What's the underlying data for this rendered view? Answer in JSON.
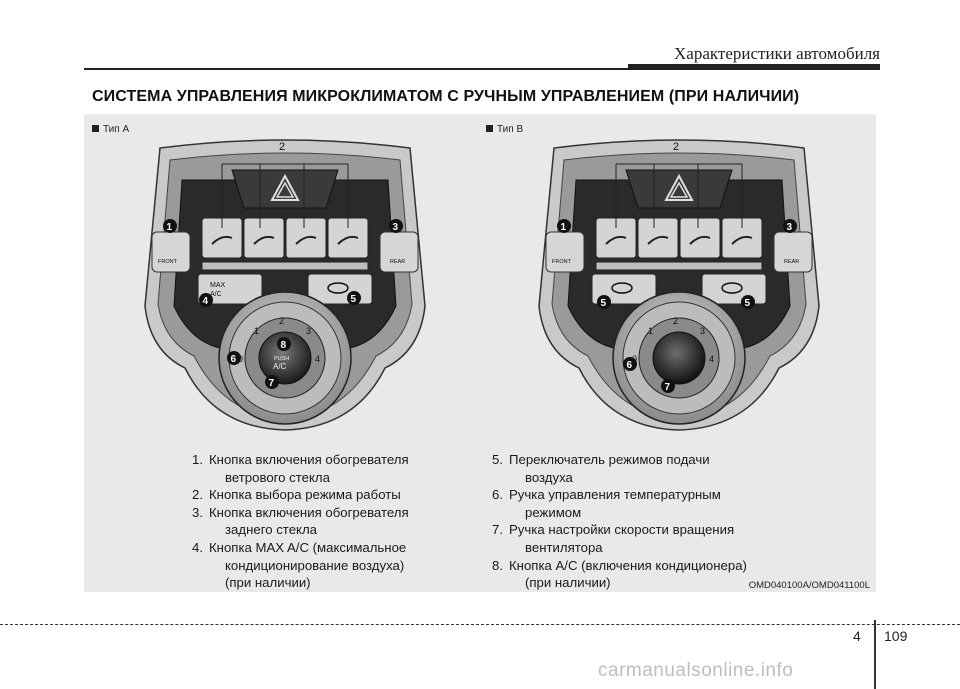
{
  "header": {
    "title": "Характеристики автомобиля"
  },
  "section": {
    "title": "СИСТЕМА УПРАВЛЕНИЯ МИКРОКЛИМАТОМ С РУЧНЫМ УПРАВЛЕНИЕМ (ПРИ НАЛИЧИИ)"
  },
  "figure": {
    "type_a": "Тип A",
    "type_b": "Тип B",
    "unit_labels": {
      "front": "FRONT",
      "rear": "REAR",
      "max_ac": [
        "MAX",
        "A/C"
      ],
      "push": "PUSH",
      "ac": "A/C",
      "zero": "0",
      "dial_numbers": [
        "1",
        "2",
        "3",
        "4"
      ]
    },
    "callouts_a": [
      "1",
      "2",
      "3",
      "4",
      "5",
      "6",
      "7",
      "8"
    ],
    "callouts_b": [
      "1",
      "2",
      "3",
      "5",
      "5",
      "6",
      "7"
    ],
    "code": "OMD040100A/OMD041100L"
  },
  "legend_left": [
    {
      "num": "1.",
      "lines": [
        "Кнопка включения обогревателя",
        "ветрового стекла"
      ]
    },
    {
      "num": "2.",
      "lines": [
        "Кнопка выбора режима работы"
      ]
    },
    {
      "num": "3.",
      "lines": [
        "Кнопка включения обогревателя",
        "заднего стекла"
      ]
    },
    {
      "num": "4.",
      "lines": [
        "Кнопка MAX A/C (максимальное",
        "кондиционирование воздуха)",
        "(при наличии)"
      ]
    }
  ],
  "legend_right": [
    {
      "num": "5.",
      "lines": [
        "Переключатель режимов подачи",
        "воздуха"
      ]
    },
    {
      "num": "6.",
      "lines": [
        "Ручка управления температурным",
        "режимом"
      ]
    },
    {
      "num": "7.",
      "lines": [
        "Ручка настройки скорости вращения",
        "вентилятора"
      ]
    },
    {
      "num": "8.",
      "lines": [
        "Кнопка A/C (включения кондиционера)",
        "(при наличии)"
      ]
    }
  ],
  "footer": {
    "chapter": "4",
    "page": "109",
    "watermark": "carmanualsonline.info"
  }
}
